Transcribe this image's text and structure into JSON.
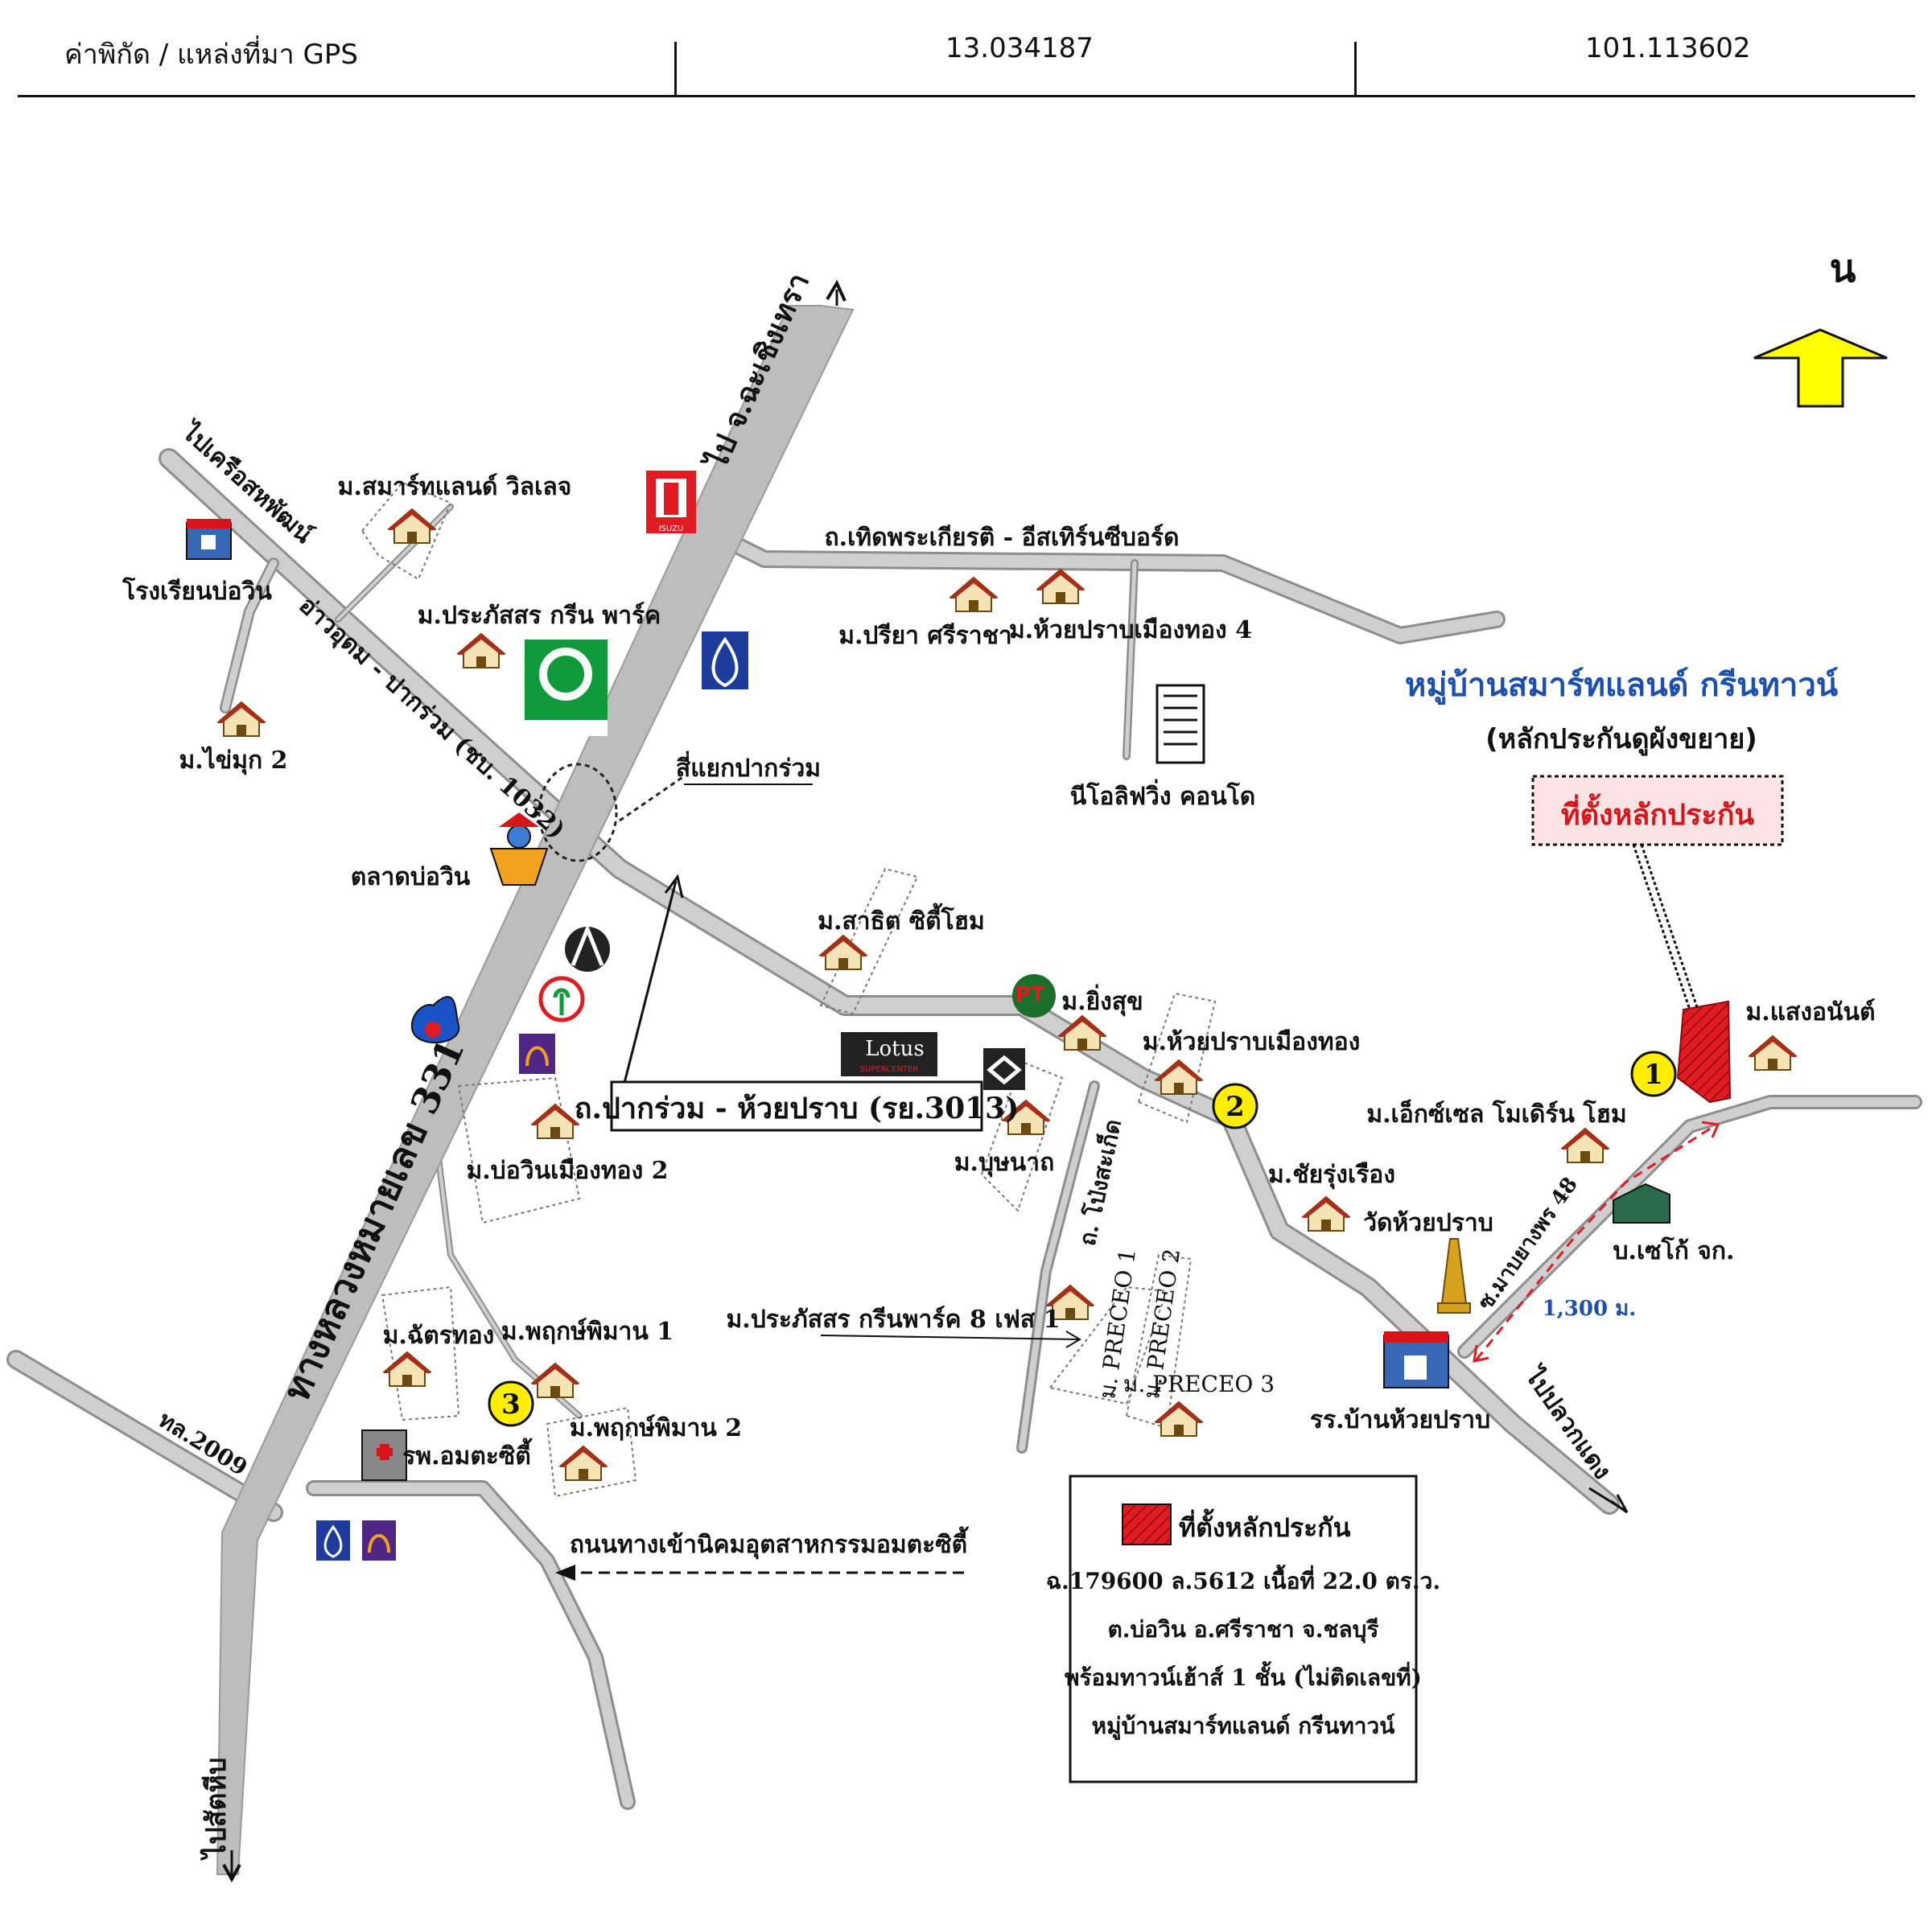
{
  "header": {
    "label": "ค่าพิกัด / แหล่งที่มา GPS",
    "latitude": "13.034187",
    "longitude": "101.113602"
  },
  "north": {
    "label": "น",
    "arrow_color": "#ffff00"
  },
  "title": {
    "main": "หมู่บ้านสมาร์ทแลนด์ กรีนทาวน์",
    "sub": "(หลักประกันดูผังขยาย)",
    "location_tag": "ที่ตั้งหลักประกัน"
  },
  "roads": {
    "highway": "ทางหลวงหมายเลข 331",
    "to_chachoengsao": "ไป จ.ฉะเชิงเทรา",
    "to_sattahip": "ไปสัตหีบ",
    "to_sahapat": "ไปเครือสหพัฒน์",
    "udom_pakruam": "อ่าวอุดม - ปากร่วม (ชบ. 1032)",
    "pakruam_huaiprap": "ถ.ปากร่วม - ห้วยปราบ (รย.3013)",
    "thoetphrakiat": "ถ.เทิดพระเกียรติ - อีสเทิร์นซีบอร์ด",
    "pong_sa_ket": "ถ. โป่งสะเก็ด",
    "mabyangphon": "ซ.มาบยางพร 48",
    "to_pluak_daeng": "ไปปลวกแดง",
    "tl2009": "ทล.2009",
    "intersection": "สี่แยกปากร่วม",
    "industrial_road": "ถนนทางเข้านิคมอุตสาหกรรมอมตะซิตี้",
    "distance": "1,300 ม."
  },
  "places": {
    "smartland_village": "ม.สมาร์ทแลนด์ วิลเลจ",
    "school_bowin": "โรงเรียนบ่อวิน",
    "prakasit_green": "ม.ประภัสสร กรีน พาร์ค",
    "khaimuk2": "ม.ไข่มุก 2",
    "bowin_market": "ตลาดบ่อวิน",
    "pariya": "ม.ปรียา ศรีราชา",
    "huaiprap4": "ม.ห้วยปราบเมืองทอง 4",
    "neo_living": "นีโอลิฟวิ่ง คอนโด",
    "sathit": "ม.สาธิต ซิตี้โฮม",
    "yingsuk": "ม.ยิ่งสุข",
    "huaiprap_muangthong": "ม.ห้วยปราบเมืองทอง",
    "bowin_muangthong2": "ม.บ่อวินเมืองทอง 2",
    "bunnada": "ม.บุษนาถ",
    "chaireung": "ม.ชัยรุ่งเรือง",
    "wat_huaiprap": "วัดห้วยปราบ",
    "excel": "ม.เอ็กซ์เซล โมเดิร์น โฮม",
    "saengonan": "ม.แสงอนันต์",
    "seiko": "บ.เซโก้ จก.",
    "school_huaiprap": "รร.บ้านห้วยปราบ",
    "chattong": "ม.ฉัตรทอง",
    "pruksa1": "ม.พฤกษ์พิมาน 1",
    "pruksa2": "ม.พฤกษ์พิมาน 2",
    "hospital": "รพ.อมตะซิตี้",
    "prakasit8": "ม.ประภัสสร กรีนพาร์ค 8 เฟส 1",
    "preceo1": "ม. PRECEO 1",
    "preceo2": "ม. PRECEO 2",
    "preceo3": "ม. PRECEO 3"
  },
  "logos": {
    "isuzu": "ISUZU",
    "lotus": "Lotus",
    "lotus_sub": "SUPERCENTER",
    "ptt_pt": "PT"
  },
  "markers": [
    "1",
    "2",
    "3"
  ],
  "legend": {
    "title": "ที่ตั้งหลักประกัน",
    "line1": "ฉ.179600 ล.5612 เนื้อที่ 22.0 ตร.ว.",
    "line2": "ต.บ่อวิน อ.ศรีราชา จ.ชลบุรี",
    "line3": "พร้อมทาวน์เฮ้าส์ 1 ชั้น (ไม่ติดเลขที่)",
    "line4": "หมู่บ้านสมาร์ทแลนด์ กรีนทาวน์"
  },
  "colors": {
    "road": "#c8c8c8",
    "road_edge": "#8a8a8a",
    "highway": "#bdbdbd",
    "marker": "#ffee00",
    "red": "#e11b22",
    "blue_title": "#1b4fb0"
  }
}
